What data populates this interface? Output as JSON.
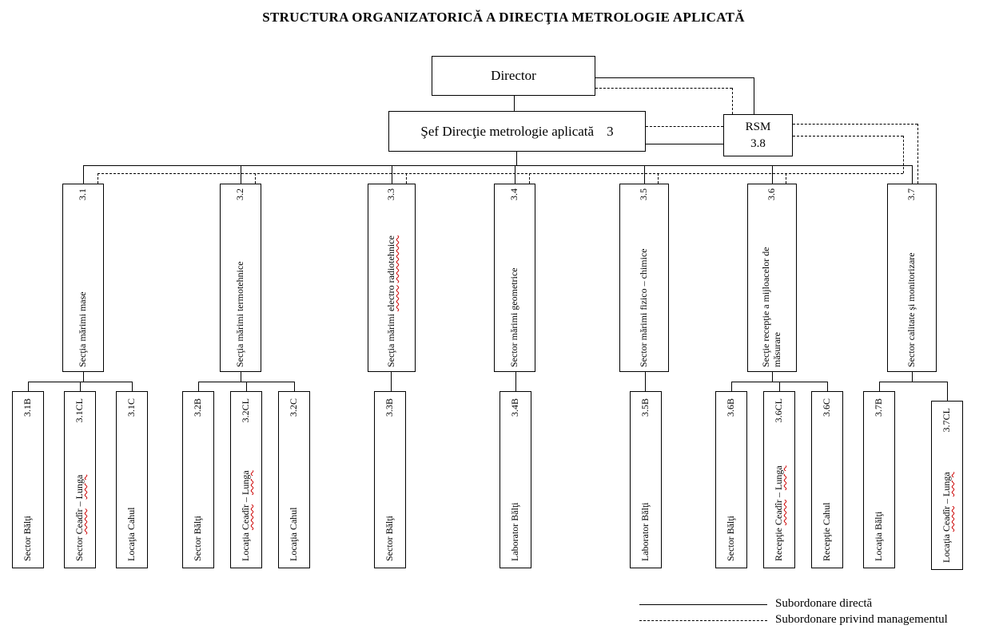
{
  "title": "STRUCTURA ORGANIZATORICĂ A DIRECŢIA METROLOGIE APLICATĂ",
  "top_nodes": {
    "director": {
      "label": "Director"
    },
    "sef": {
      "label": "Şef Direcţie metrologie aplicată",
      "code": "3"
    },
    "rsm": {
      "label": "RSM",
      "code": "3.8"
    }
  },
  "sections": [
    {
      "name": "Secţia mărimi mase",
      "code": "3.1",
      "children": [
        {
          "name": "Sector Bălţi",
          "code": "3.1B"
        },
        {
          "name": "Sector Ceadîr – Lunga",
          "code": "3.1CL"
        },
        {
          "name": "Locaţia Cahul",
          "code": "3.1C"
        }
      ]
    },
    {
      "name": "Secţia mărimi termotehnice",
      "code": "3.2",
      "children": [
        {
          "name": "Sector Bălţi",
          "code": "3.2B"
        },
        {
          "name": "Locaţia Ceadîr – Lunga",
          "code": "3.2CL"
        },
        {
          "name": "Locaţia Cahul",
          "code": "3.2C"
        }
      ]
    },
    {
      "name": "Secţia mărimi electro radiotehnice",
      "code": "3.3",
      "children": [
        {
          "name": "Sector Bălţi",
          "code": "3.3B"
        }
      ]
    },
    {
      "name": "Sector mărimi geometrice",
      "code": "3.4",
      "children": [
        {
          "name": "Laborator Bălţi",
          "code": "3.4B"
        }
      ]
    },
    {
      "name": "Sector mărimi fizico – chimice",
      "code": "3.5",
      "children": [
        {
          "name": "Laborator Bălţi",
          "code": "3.5B"
        }
      ]
    },
    {
      "name": "Secţie recepţie a mijloacelor de măsurare",
      "code": "3.6",
      "children": [
        {
          "name": "Sector Bălţi",
          "code": "3.6B"
        },
        {
          "name": "Recepţie Ceadîr – Lunga",
          "code": "3.6CL"
        },
        {
          "name": "Recepţie Cahul",
          "code": "3.6C"
        }
      ]
    },
    {
      "name": "Sector calitate şi monitorizare",
      "code": "3.7",
      "children": [
        {
          "name": "Locaţia Bălţi",
          "code": "3.7B"
        },
        {
          "name": "Locaţia Ceadîr – Lunga",
          "code": "3.7CL"
        }
      ]
    }
  ],
  "legend": {
    "solid": "Subordonare directă",
    "dashed": "Subordonare privind managementul"
  },
  "misspelled_words": [
    "Ceadîr",
    "Lunga",
    "electro",
    "radiotehnice"
  ]
}
